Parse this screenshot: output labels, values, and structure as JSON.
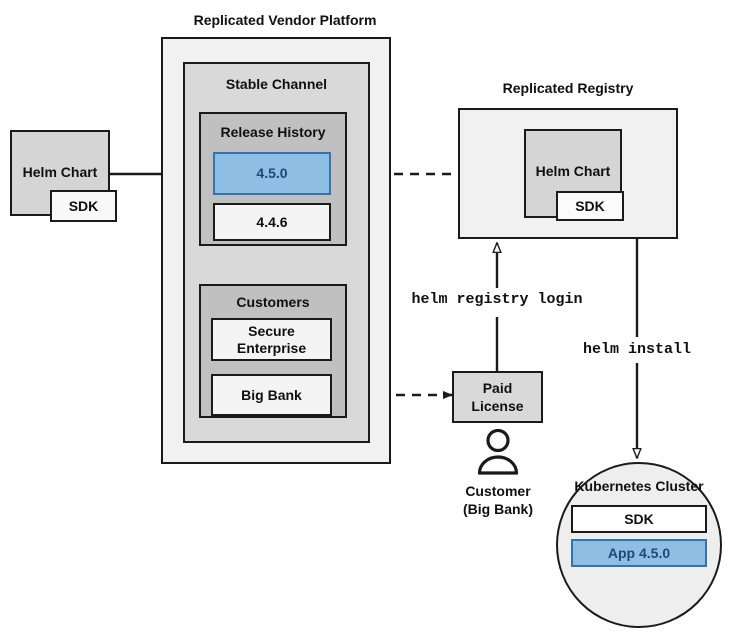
{
  "colors": {
    "stroke": "#1a1a1a",
    "platform_fill": "#f1f1f1",
    "channel_fill": "#d9d9d9",
    "section_fill": "#c0c0c0",
    "box_fill": "#f4f4f4",
    "chart_fill": "#d5d5d5",
    "registry_fill": "#f1f1f1",
    "cluster_fill": "#eeeeee",
    "highlight_fill": "#8fbee4",
    "highlight_stroke": "#3573a8",
    "highlight_text": "#1a4a7a",
    "license_fill": "#d9d9d9"
  },
  "platform": {
    "title": "Replicated Vendor Platform",
    "channel": {
      "title": "Stable Channel",
      "release_history": {
        "title": "Release History",
        "releases": [
          {
            "version": "4.5.0",
            "highlighted": true
          },
          {
            "version": "4.4.6",
            "highlighted": false
          }
        ]
      },
      "customers": {
        "title": "Customers",
        "items": [
          {
            "name": "Secure\nEnterprise"
          },
          {
            "name": "Big Bank"
          }
        ]
      }
    }
  },
  "source_chart": {
    "title": "Helm Chart",
    "sdk_label": "SDK"
  },
  "registry": {
    "title": "Replicated Registry",
    "chart": {
      "title": "Helm Chart",
      "sdk_label": "SDK"
    }
  },
  "license": {
    "line1": "Paid",
    "line2": "License"
  },
  "customer": {
    "line1": "Customer",
    "line2": "(Big Bank)",
    "icon": "person-icon"
  },
  "cluster": {
    "title": "Kubernetes Cluster",
    "items": [
      {
        "label": "SDK",
        "highlighted": false
      },
      {
        "label": "App 4.5.0",
        "highlighted": true
      }
    ]
  },
  "commands": {
    "registry_login": "helm registry login",
    "install": "helm install"
  }
}
